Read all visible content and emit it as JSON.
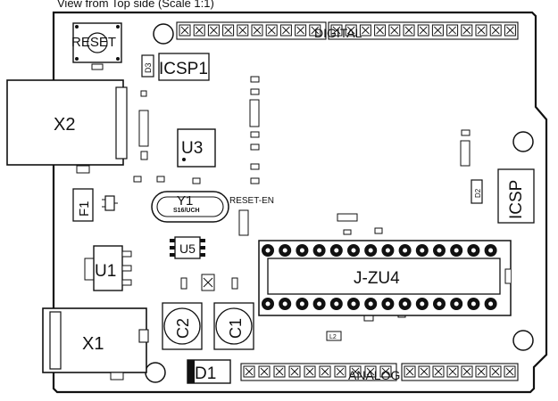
{
  "header": {
    "view_label": "View from Top side (Scale 1:1)"
  },
  "labels": {
    "reset": "RESET",
    "icsp_top": "ICSP1",
    "icsp_right": "ICSP",
    "digital": "DIGITAL",
    "analog": "ANALOG",
    "x1": "X1",
    "x2": "X2",
    "u1": "U1",
    "u3": "U3",
    "u5": "U5",
    "f1": "F1",
    "c1": "C1",
    "c2": "C2",
    "d1": "D1",
    "d2": "D2",
    "d3": "D3",
    "l2": "L2",
    "y1": "Y1",
    "crystal_marking": "S16/UCH",
    "reset_en": "RESET-EN",
    "socket_label": "J-ZU4"
  },
  "colors": {
    "outline": "#111111",
    "fill": "#ffffff",
    "pad": "#111111"
  }
}
